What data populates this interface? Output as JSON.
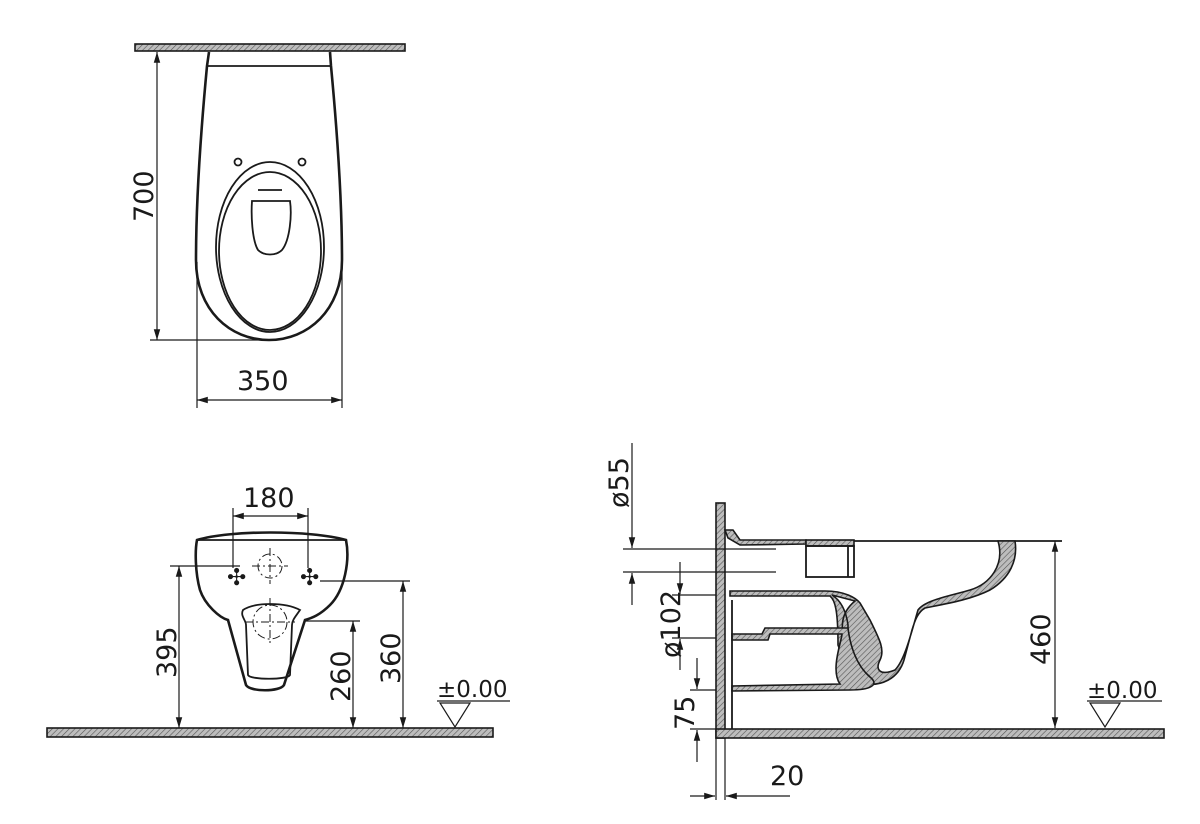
{
  "drawing": {
    "subject": "wall-hung WC technical drawing",
    "units": "mm",
    "views": {
      "top_view": {
        "depth_label": "700",
        "width_label": "350"
      },
      "front_view": {
        "fixing_spacing_label": "180",
        "height_395_label": "395",
        "height_360_label": "360",
        "height_260_label": "260",
        "floor_level_label": "±0.00"
      },
      "side_view": {
        "inlet_diameter_label": "ø55",
        "outlet_diameter_label": "ø102",
        "height_460_label": "460",
        "offset_75_label": "75",
        "wall_20_label": "20",
        "floor_level_label": "±0.00"
      }
    }
  }
}
